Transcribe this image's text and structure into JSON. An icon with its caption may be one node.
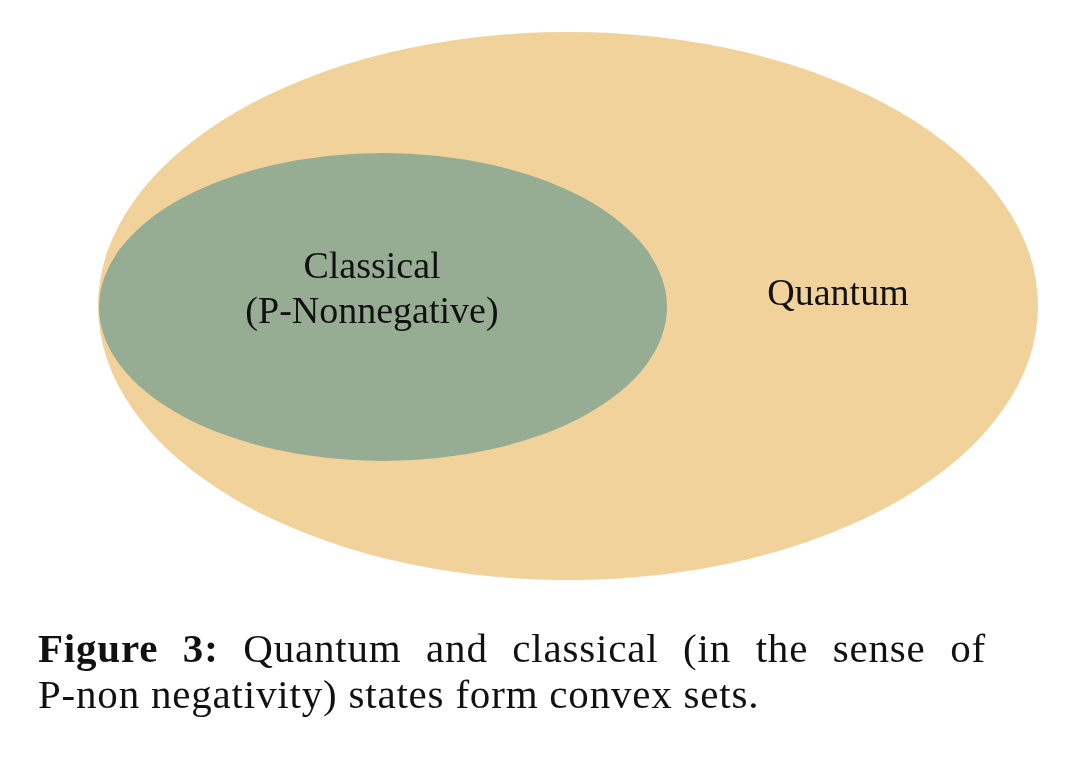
{
  "diagram": {
    "caption": "**Figure 3:** Quantum and classical (in the sense of P-non negativity) states form convex sets.",
    "nodes": [
      {
        "text": [
          "Quantum"
        ]
      },
      {
        "text": [
          "Classical (P-Nonnegative)"
        ],
        "in": 0
      }
    ]
  }
}
